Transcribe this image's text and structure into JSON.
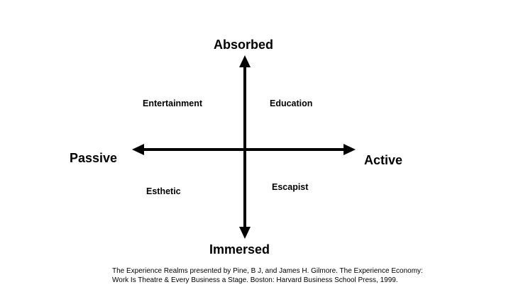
{
  "poles": {
    "top": "Absorbed",
    "bottom": "Immersed",
    "left": "Passive",
    "right": "Active"
  },
  "quadrants": {
    "top_left": "Entertainment",
    "top_right": "Education",
    "bottom_left": "Esthetic",
    "bottom_right": "Escapist"
  },
  "caption": {
    "line1": "The Experience Realms presented by Pine, B J, and James H. Gilmore. The Experience Economy:",
    "line2": "Work Is Theatre & Every Business a Stage. Boston: Harvard Business School Press, 1999."
  },
  "colors": {
    "axis": "#000000",
    "text": "#000000",
    "background": "#ffffff"
  }
}
